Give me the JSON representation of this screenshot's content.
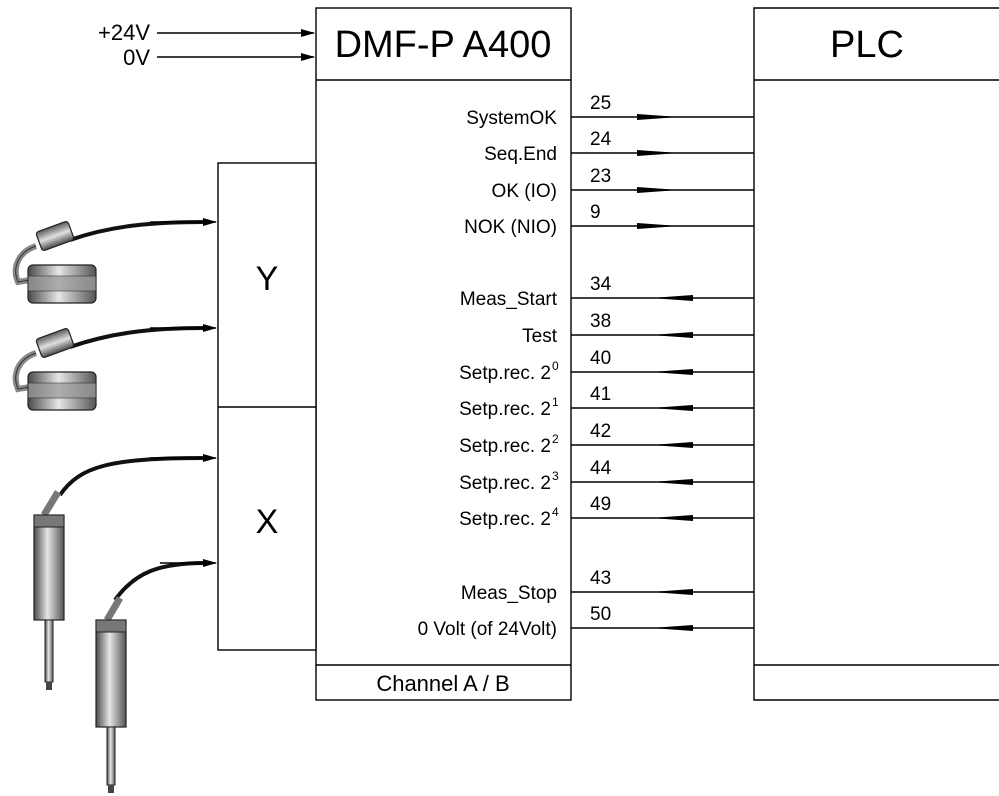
{
  "power": {
    "plus_label": "+24V",
    "zero_label": "0V"
  },
  "device": {
    "title": "DMF-P A400",
    "footer": "Channel A / B"
  },
  "plc": {
    "title": "PLC"
  },
  "channels": {
    "y_label": "Y",
    "x_label": "X"
  },
  "signals": [
    {
      "name": "SystemOK",
      "sup": "",
      "pin": "25",
      "direction": "out"
    },
    {
      "name": "Seq.End",
      "sup": "",
      "pin": "24",
      "direction": "out"
    },
    {
      "name": "OK (IO)",
      "sup": "",
      "pin": "23",
      "direction": "out"
    },
    {
      "name": "NOK (NIO)",
      "sup": "",
      "pin": "9",
      "direction": "out"
    },
    {
      "name": "Meas_Start",
      "sup": "",
      "pin": "34",
      "direction": "in"
    },
    {
      "name": "Test",
      "sup": "",
      "pin": "38",
      "direction": "in"
    },
    {
      "name": "Setp.rec. 2",
      "sup": "0",
      "pin": "40",
      "direction": "in"
    },
    {
      "name": "Setp.rec. 2",
      "sup": "1",
      "pin": "41",
      "direction": "in"
    },
    {
      "name": "Setp.rec. 2",
      "sup": "2",
      "pin": "42",
      "direction": "in"
    },
    {
      "name": "Setp.rec. 2",
      "sup": "3",
      "pin": "44",
      "direction": "in"
    },
    {
      "name": "Setp.rec. 2",
      "sup": "4",
      "pin": "49",
      "direction": "in"
    },
    {
      "name": "Meas_Stop",
      "sup": "",
      "pin": "43",
      "direction": "in"
    },
    {
      "name": "0 Volt (of 24Volt)",
      "sup": "",
      "pin": "50",
      "direction": "in"
    }
  ],
  "colors": {
    "line": "#000000",
    "cable": "#111111",
    "metal_light": "#d8d8d8",
    "metal_dark": "#505050"
  },
  "icons": {
    "ring_sensor": "ring-probe-icon",
    "pen_sensor": "pencil-probe-icon"
  }
}
